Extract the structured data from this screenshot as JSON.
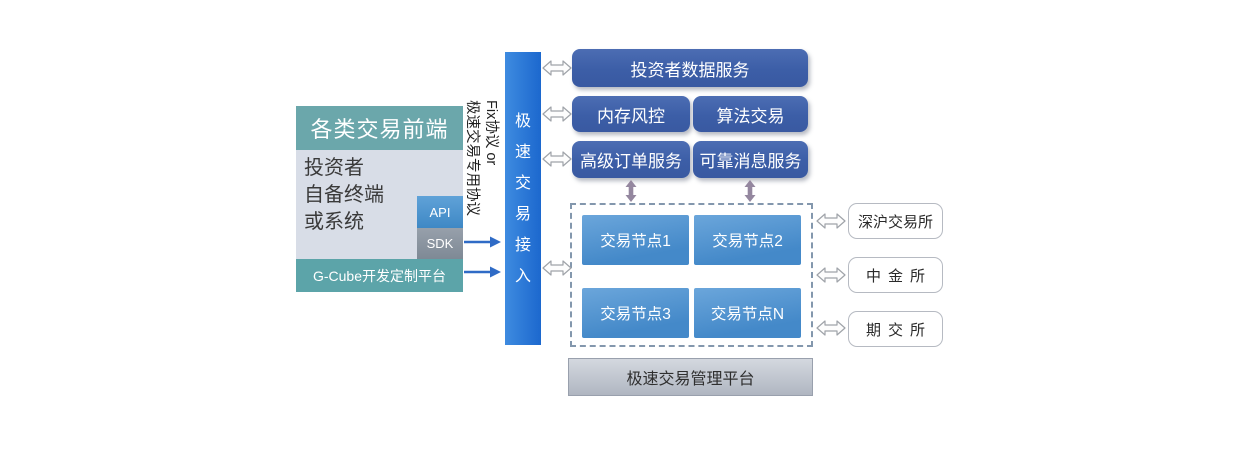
{
  "frontend": {
    "header": "各类交易前端",
    "body_lines": [
      "投资者",
      "自备终端",
      "或系统"
    ],
    "api_label": "API",
    "sdk_label": "SDK",
    "gcube_label": "G-Cube开发定制平台"
  },
  "protocol": {
    "line1": "Fix协议 or",
    "line2": "极速交易专用协议"
  },
  "access_bar": {
    "label": "极速交易接入"
  },
  "services": {
    "investor_data": "投资者数据服务",
    "memory_risk": "内存风控",
    "algo_trading": "算法交易",
    "advanced_order": "高级订单服务",
    "reliable_message": "可靠消息服务"
  },
  "trading_nodes": [
    "交易节点1",
    "交易节点2",
    "交易节点3",
    "交易节点N"
  ],
  "management_platform": "极速交易管理平台",
  "exchanges": [
    "深沪交易所",
    "中金所",
    "期交所"
  ],
  "colors": {
    "teal_header": "#6BA7AB",
    "teal_gcube": "#5CA4A9",
    "panel_body": "#D8DDE7",
    "api_blue": "#4E9ACF",
    "sdk_gray": "#8793A1",
    "access_bar_blue": "#2272D3",
    "service_blue": "#3E60A9",
    "node_blue": "#4F94D1",
    "management_gray": "#C3C9D3",
    "connector_mauve": "#94879F",
    "arrow_blue": "#2F6BC6",
    "dashed_border": "#8397AD"
  }
}
